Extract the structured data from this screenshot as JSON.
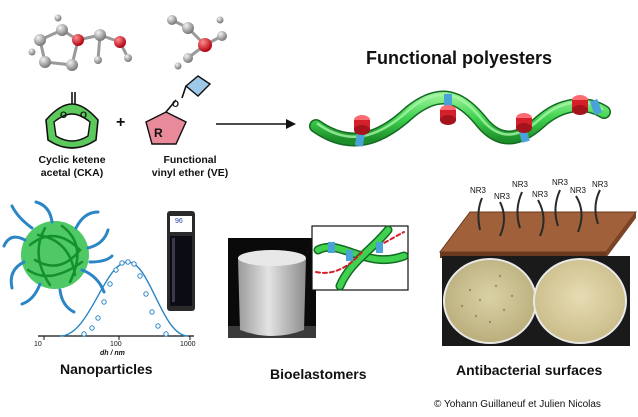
{
  "title": "Functional polyesters",
  "monomers": {
    "cka_line1": "Cyclic ketene",
    "cka_line2": "acetal (CKA)",
    "ve_line1": "Functional",
    "ve_line2": "vinyl ether (VE)",
    "plus": "+",
    "r_label": "R"
  },
  "nanoparticles": {
    "label": "Nanoparticles",
    "vial_label": "96",
    "axis_label": "dh / nm",
    "ticks": [
      "10",
      "100",
      "1000"
    ]
  },
  "bioelastomers": {
    "label": "Bioelastomers"
  },
  "antibacterial": {
    "label": "Antibacterial surfaces",
    "chain_label": "NR3"
  },
  "credit": "© Yohann Guillaneuf et Julien Nicolas",
  "colors": {
    "ring_green": "#5cc95c",
    "ve_pink": "#e88a9a",
    "ve_blue": "#9ec8e8",
    "polymer_green": "#3fd14f",
    "unit_red": "#d4202a",
    "link_blue": "#4aa3d8",
    "surface_brown": "#a0603a",
    "nano_blue": "#2b86c5"
  }
}
